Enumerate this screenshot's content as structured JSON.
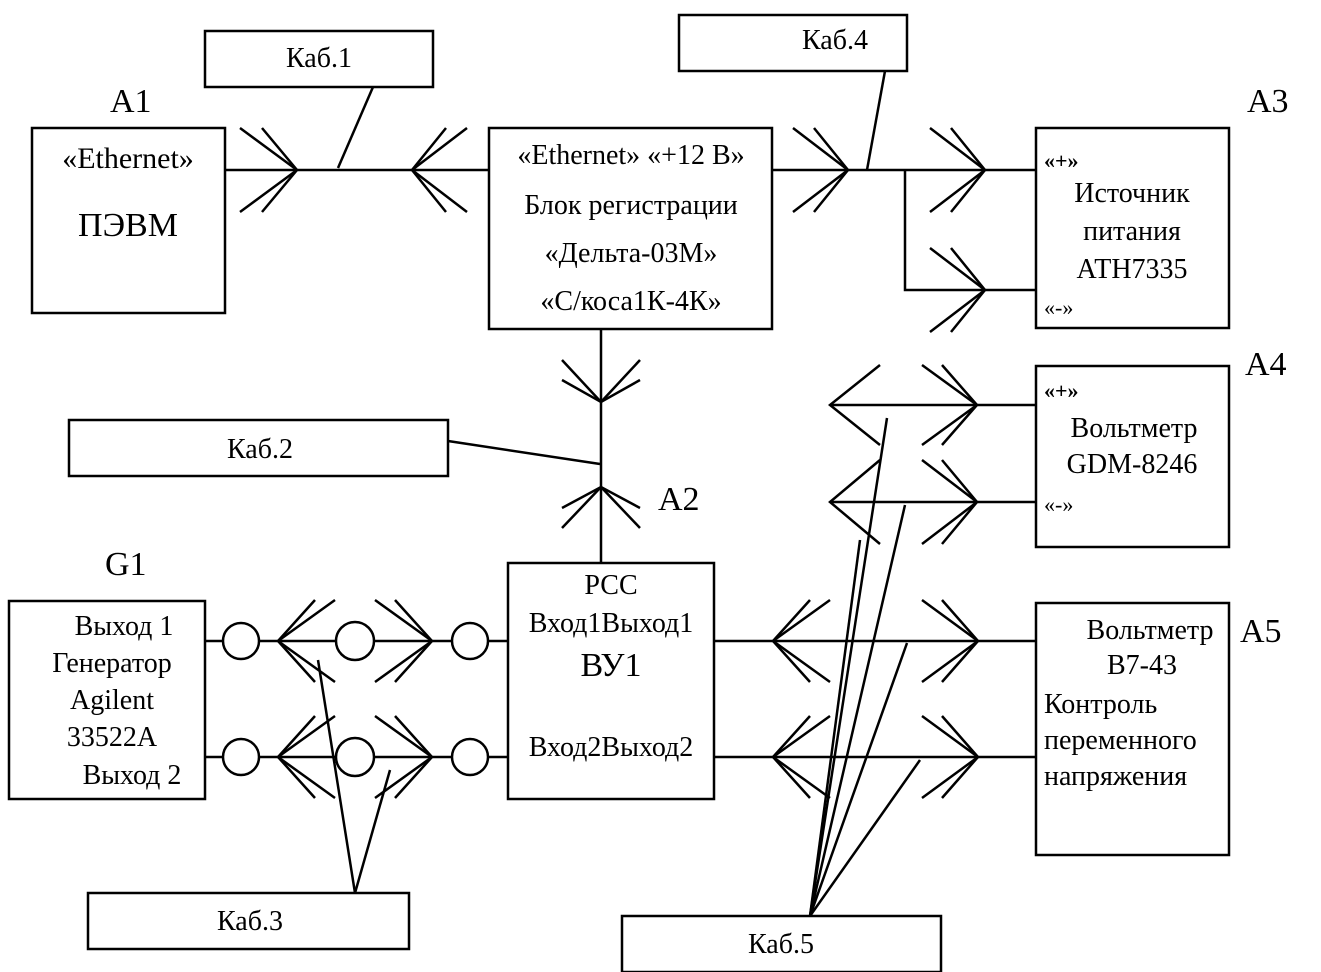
{
  "cables": {
    "kab1": "Каб.1",
    "kab2": "Каб.2",
    "kab3": "Каб.3",
    "kab4": "Каб.4",
    "kab5": "Каб.5"
  },
  "designators": {
    "a1": "A1",
    "a2": "A2",
    "a3": "A3",
    "a4": "A4",
    "a5": "A5",
    "g1": "G1"
  },
  "pc": {
    "port": "«Ethernet»",
    "name": "ПЭВМ"
  },
  "registration_block": {
    "ports": "«Ethernet» «+12 В»",
    "line1": "Блок регистрации",
    "line2": "«Дельта-03М»",
    "line3": "«С/коса1К-4К»"
  },
  "power_supply": {
    "plus": "«+»",
    "line1": "Источник",
    "line2": "питания",
    "line3": "АТН7335",
    "minus": "«-»"
  },
  "voltmeter_a4": {
    "plus": "«+»",
    "line1": "Вольтметр",
    "line2": "GDM-8246",
    "minus": "«-»"
  },
  "generator": {
    "out1": "Выход 1",
    "line1": "Генератор",
    "line2": "Agilent",
    "line3": "33522А",
    "out2": "Выход 2"
  },
  "vu1": {
    "top": "РСС",
    "row1": "Вход1Выход1",
    "name": "ВУ1",
    "row2": "Вход2Выход2"
  },
  "voltmeter_a5": {
    "line1": "Вольтметр",
    "line2": "В7-43",
    "line3": "Контроль",
    "line4": "переменного",
    "line5": "напряжения"
  }
}
